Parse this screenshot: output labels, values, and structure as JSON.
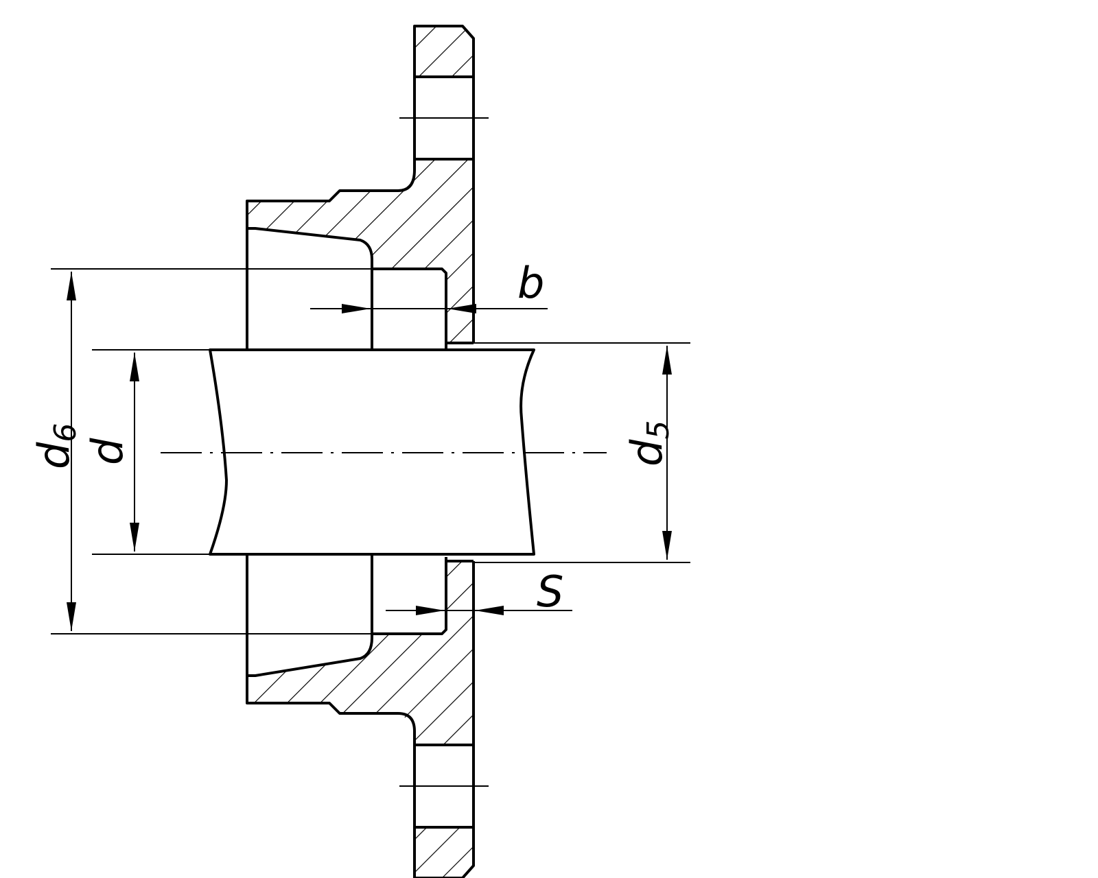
{
  "dimensions": {
    "d6": {
      "symbol": "d",
      "subscript": "6"
    },
    "d": {
      "symbol": "d"
    },
    "d5": {
      "symbol": "d",
      "subscript": "5"
    },
    "b": {
      "symbol": "b"
    },
    "s": {
      "symbol": "S"
    }
  }
}
